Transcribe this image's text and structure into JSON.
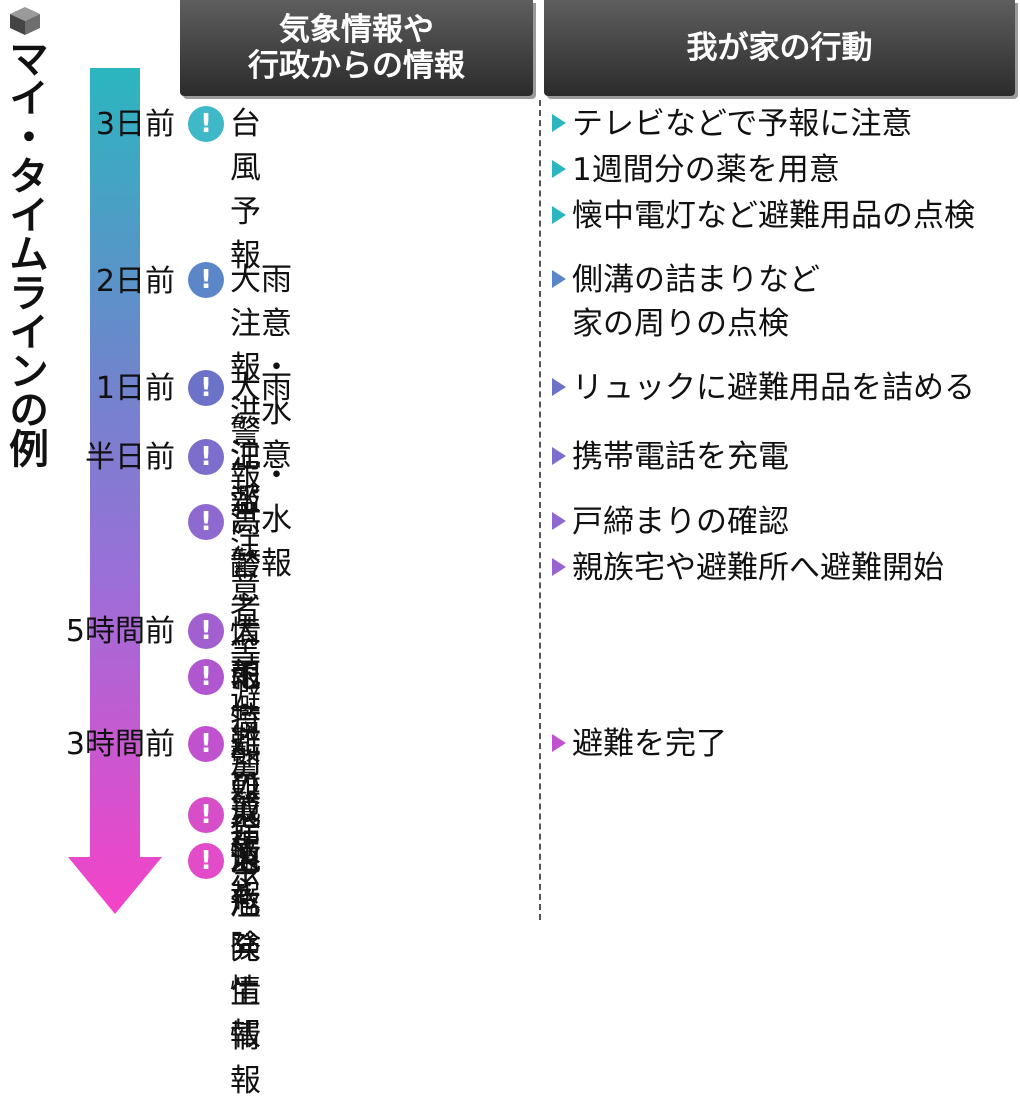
{
  "title": "マイ・タイムラインの例",
  "headers": {
    "left": "気象情報や\n行政からの情報",
    "right": "我が家の行動"
  },
  "colors": {
    "arrow_top": "#2bb6bf",
    "arrow_mid": "#9a6fd8",
    "arrow_bottom": "#f542c8",
    "header_bg": "#3a3a3a",
    "icon_teal": "#3fb8c8",
    "icon_blue": "#5b86c8",
    "icon_indigo": "#6b72c8",
    "icon_purple": "#8e6ad0",
    "icon_violet": "#a15fd0",
    "icon_magenta": "#cf52d0",
    "icon_pink": "#e34cc8"
  },
  "icon_name": "exclamation-circle-icon",
  "times": [
    "3日前",
    "2日前",
    "1日前",
    "半日前",
    "5時間前",
    "3時間前"
  ],
  "info": [
    "台風予報",
    "大雨注意報・\n洪水注意報",
    "大雨警報・洪水警報",
    "氾濫注意情報",
    "高齢者等避難\nの発令",
    "大雨特別警報",
    "氾濫警戒情報",
    "避難指示",
    "氾濫危険情報",
    "氾濫発生情報"
  ],
  "actions": [
    "テレビなどで予報に注意",
    "1週間分の薬を用意",
    "懐中電灯など避難用品の点検",
    "側溝の詰まりなど\n家の周りの点検",
    "リュックに避難用品を詰める",
    "携帯電話を充電",
    "戸締まりの確認",
    "親族宅や避難所へ避難開始",
    "避難を完了"
  ]
}
